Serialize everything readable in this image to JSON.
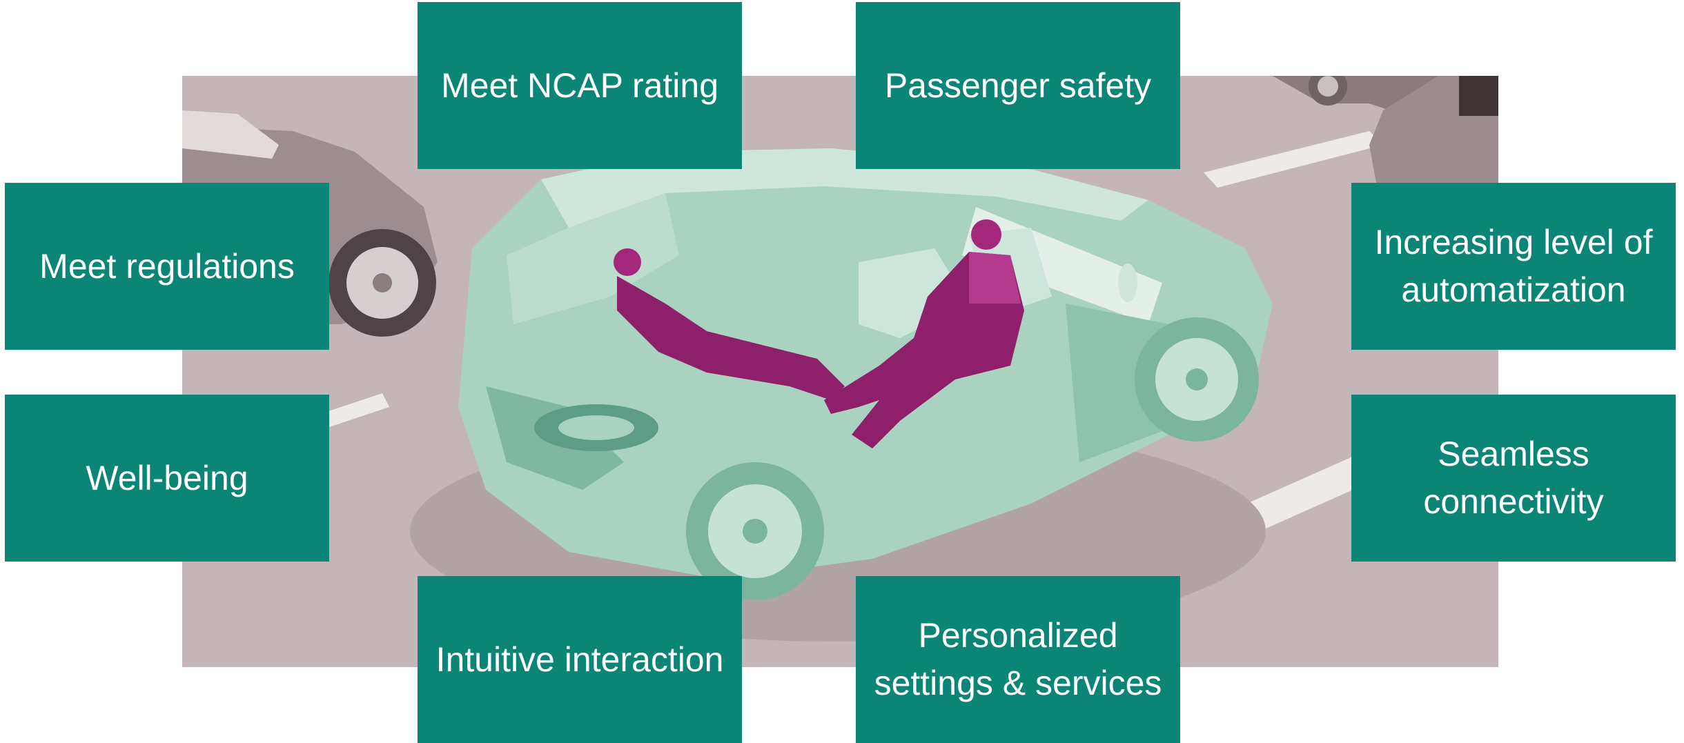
{
  "colors": {
    "box_fill": "#0b8576",
    "box_text": "#ffffff",
    "road": "#c4b6b8",
    "car_body": "#a9d2c0",
    "occupants": "#8e1f6b"
  },
  "labels": {
    "ncap": "Meet NCAP rating",
    "safety": "Passenger safety",
    "regulations": "Meet regulations",
    "automatization": "Increasing level of automatization",
    "wellbeing": "Well-being",
    "connectivity": "Seamless connectivity",
    "interaction": "Intuitive interaction",
    "personalized": "Personalized settings & services"
  }
}
